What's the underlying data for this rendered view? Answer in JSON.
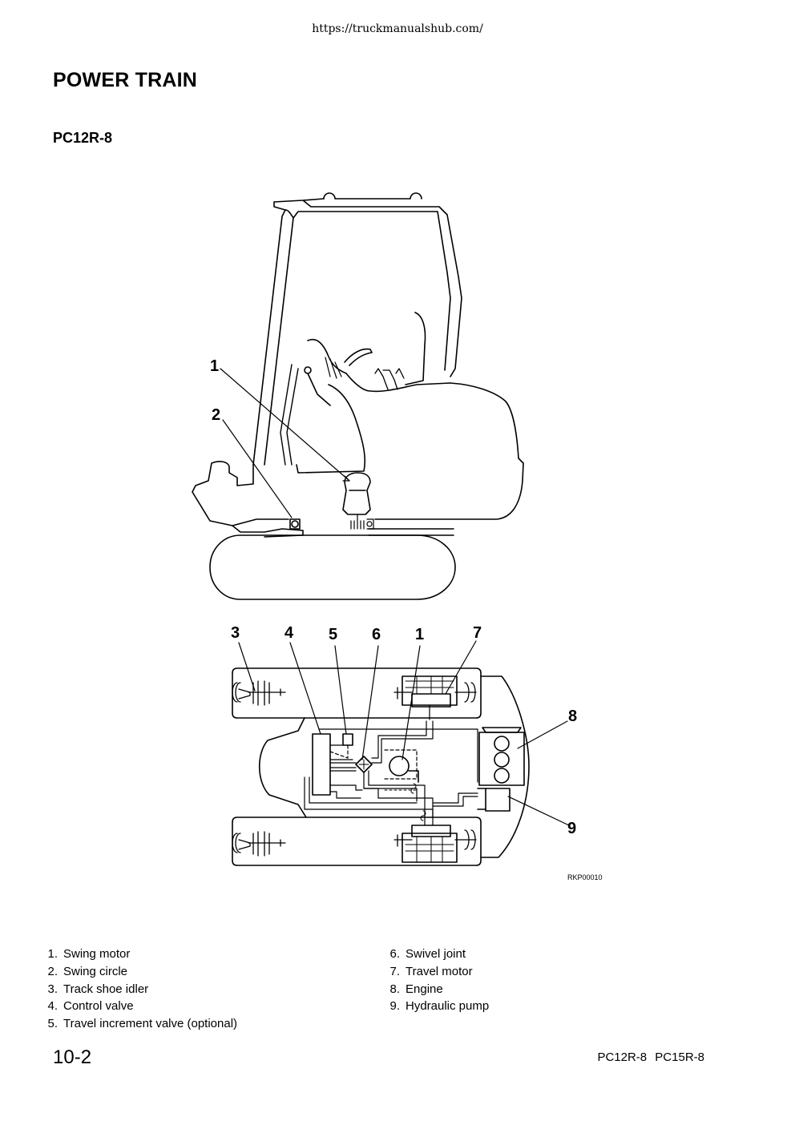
{
  "header": {
    "url": "https://truckmanualshub.com/"
  },
  "page": {
    "title": "POWER TRAIN",
    "subtitle": "PC12R-8"
  },
  "figure": {
    "code": "RKP00010",
    "side_labels": [
      "1",
      "2"
    ],
    "top_labels": [
      "3",
      "4",
      "5",
      "6",
      "1",
      "7",
      "8",
      "9"
    ]
  },
  "legend": {
    "left": [
      {
        "num": "1.",
        "text": "Swing motor"
      },
      {
        "num": "2.",
        "text": "Swing circle"
      },
      {
        "num": "3.",
        "text": "Track shoe idler"
      },
      {
        "num": "4.",
        "text": "Control valve"
      },
      {
        "num": "5.",
        "text": "Travel increment valve (optional)"
      }
    ],
    "right": [
      {
        "num": "6.",
        "text": "Swivel joint"
      },
      {
        "num": "7.",
        "text": "Travel motor"
      },
      {
        "num": "8.",
        "text": "Engine"
      },
      {
        "num": "9.",
        "text": "Hydraulic pump"
      }
    ]
  },
  "footer": {
    "page_number": "10-2",
    "models": "PC12R-8 PC15R-8"
  }
}
